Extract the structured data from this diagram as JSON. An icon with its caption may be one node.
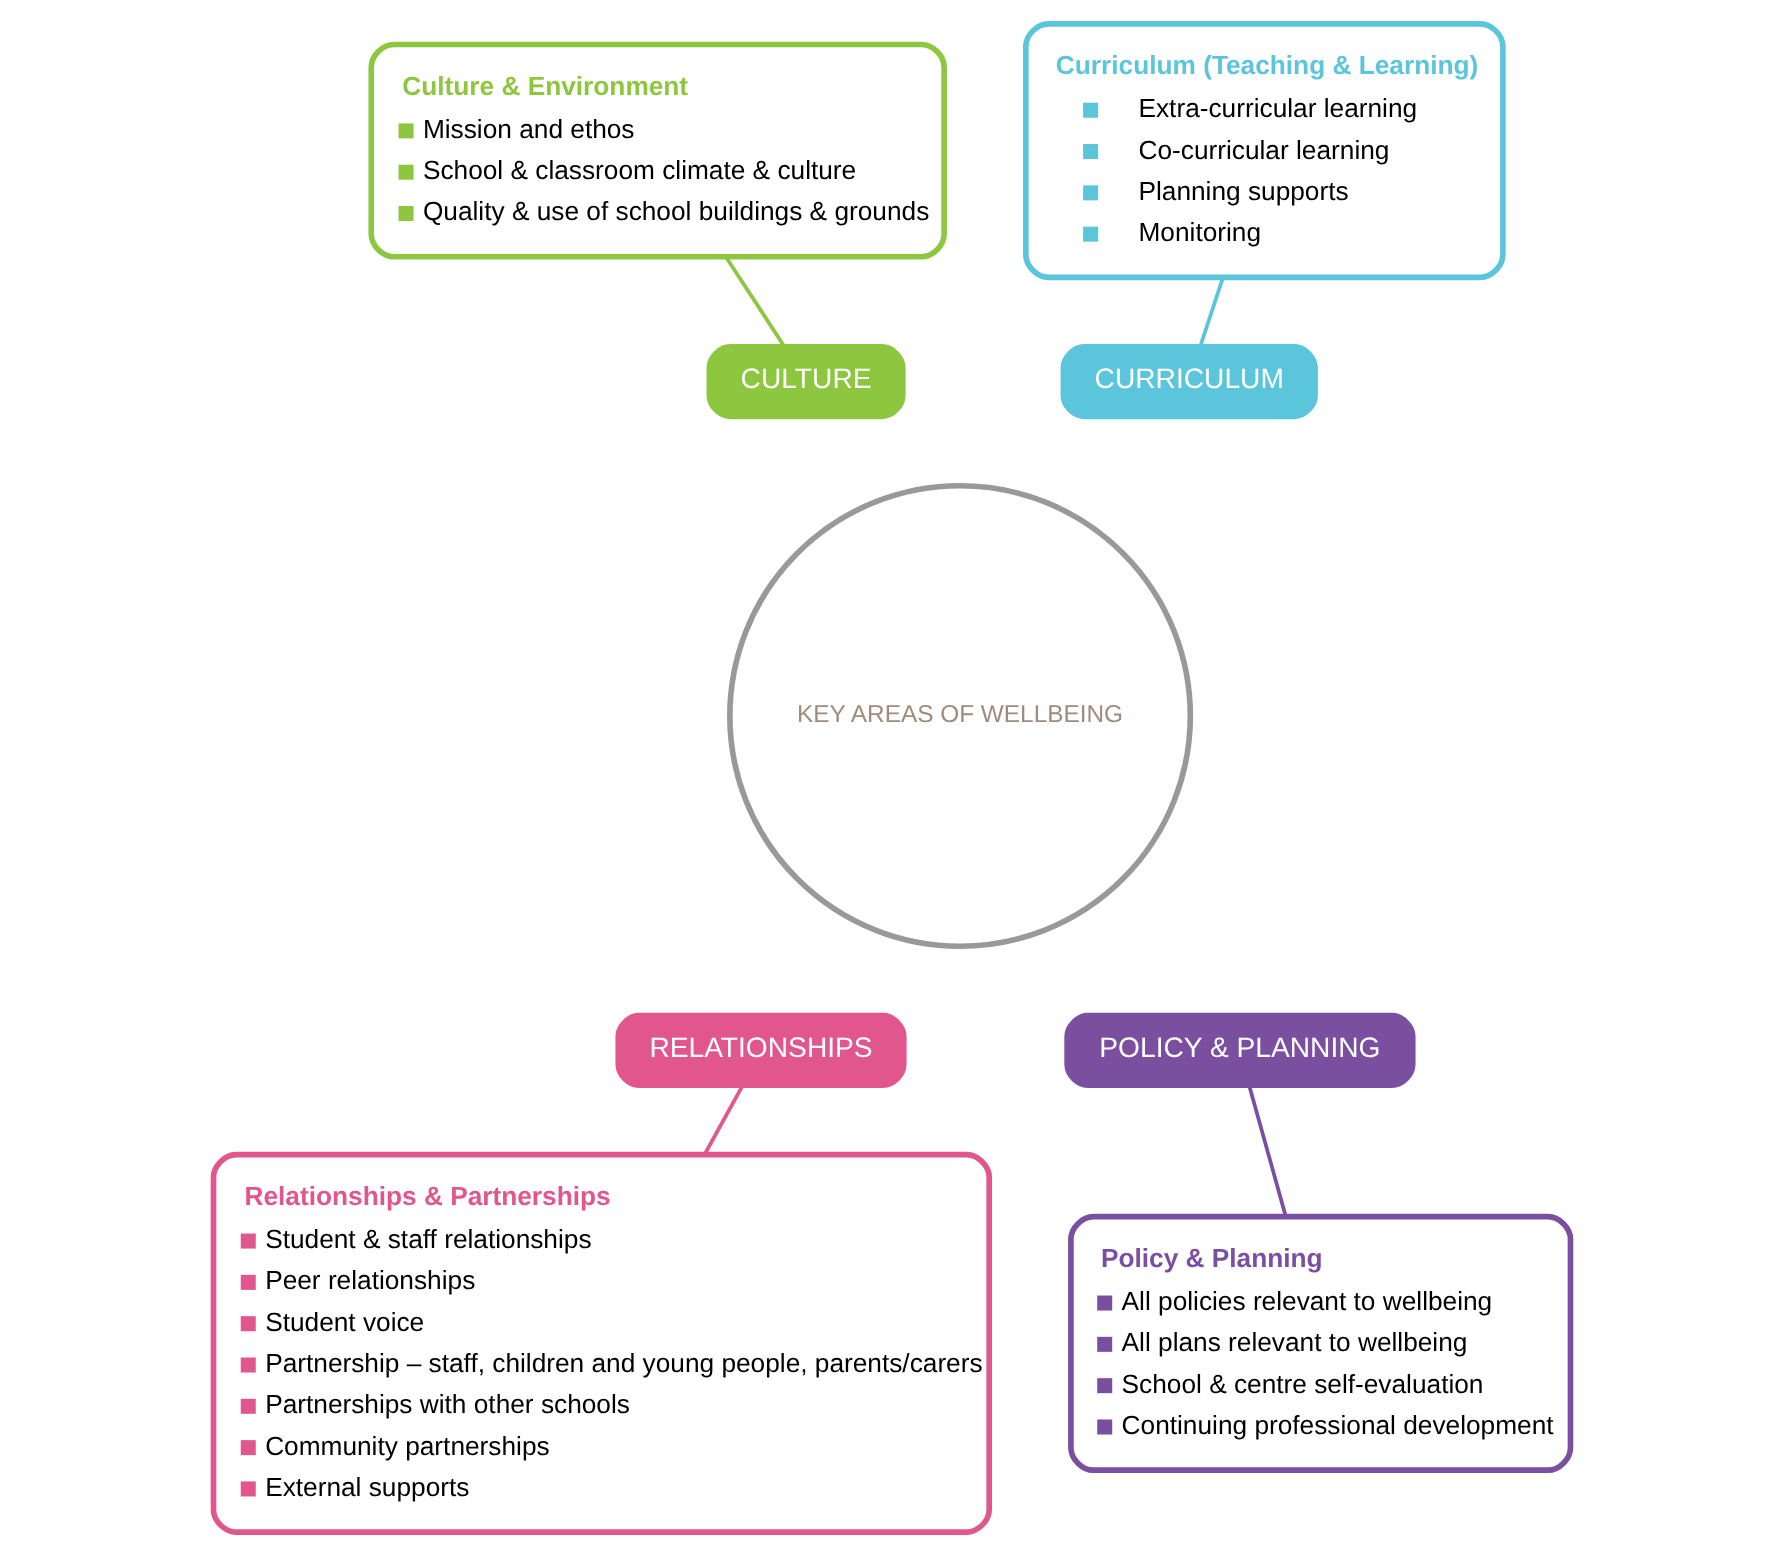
{
  "diagram": {
    "nodes": [
      {
        "text": [
          "Culture & Environment",
          "Mission and ethos",
          "School & classroom climate & culture",
          "Quality & use of school buildings & grounds"
        ]
      },
      {
        "text": [
          "Curriculum (Teaching & Learning)",
          "Extra-curricular learning",
          "Co-curricular learning",
          "Planning supports",
          "Monitoring"
        ]
      },
      {
        "text": [
          "CULTURE"
        ]
      },
      {
        "text": [
          "CURRICULUM"
        ]
      },
      {
        "text": [
          "KEY AREAS OF WELLBEING"
        ]
      },
      {
        "text": [
          "RELATIONSHIPS"
        ]
      },
      {
        "text": [
          "POLICY & PLANNING"
        ]
      },
      {
        "text": [
          "Relationships & Partnerships",
          "Student & staff relationships",
          "Peer relationships",
          "Student voice",
          "Partnership – staff, children and young people, parents/carers",
          "Partnerships with other schools",
          "Community partnerships",
          "External supports"
        ]
      },
      {
        "text": [
          "Policy & Planning",
          "All policies relevant to wellbeing",
          "All plans relevant to wellbeing",
          "School & centre self-evaluation",
          "Continuing professional development"
        ]
      }
    ],
    "edges": [
      {
        "from": 2,
        "to": 0,
        "arrow": "none",
        "color": "#8dc63f"
      },
      {
        "from": 3,
        "to": 1,
        "arrow": "none",
        "color": "#5bc5dc"
      },
      {
        "from": 5,
        "to": 7,
        "arrow": "none",
        "color": "#e2568e"
      },
      {
        "from": 6,
        "to": 8,
        "arrow": "none",
        "color": "#7b4fa0"
      }
    ]
  }
}
